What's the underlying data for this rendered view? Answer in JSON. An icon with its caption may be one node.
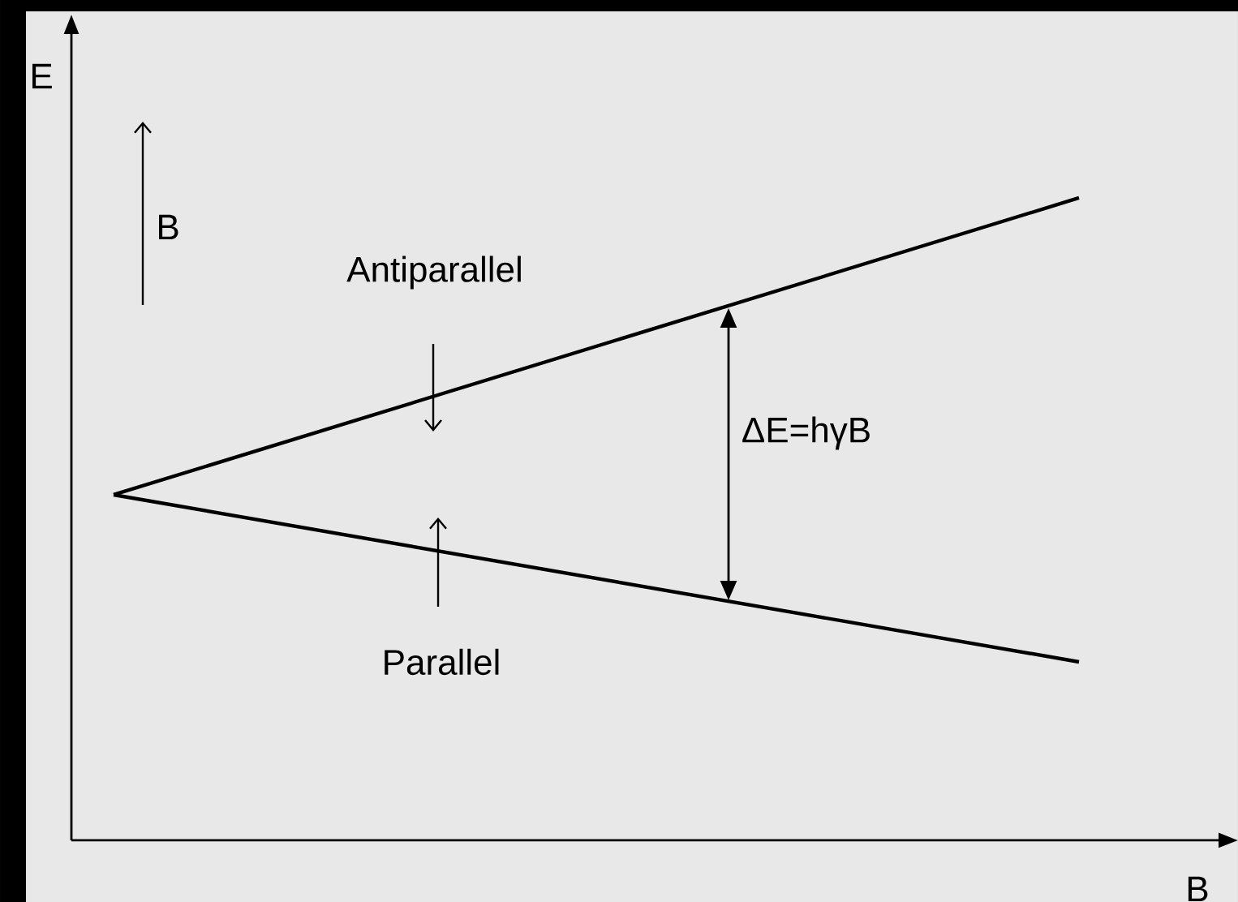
{
  "diagram": {
    "labels": [
      "E",
      "B",
      "Antiparallel",
      "ΔE=hγB",
      "Parallel",
      "B"
    ]
  }
}
